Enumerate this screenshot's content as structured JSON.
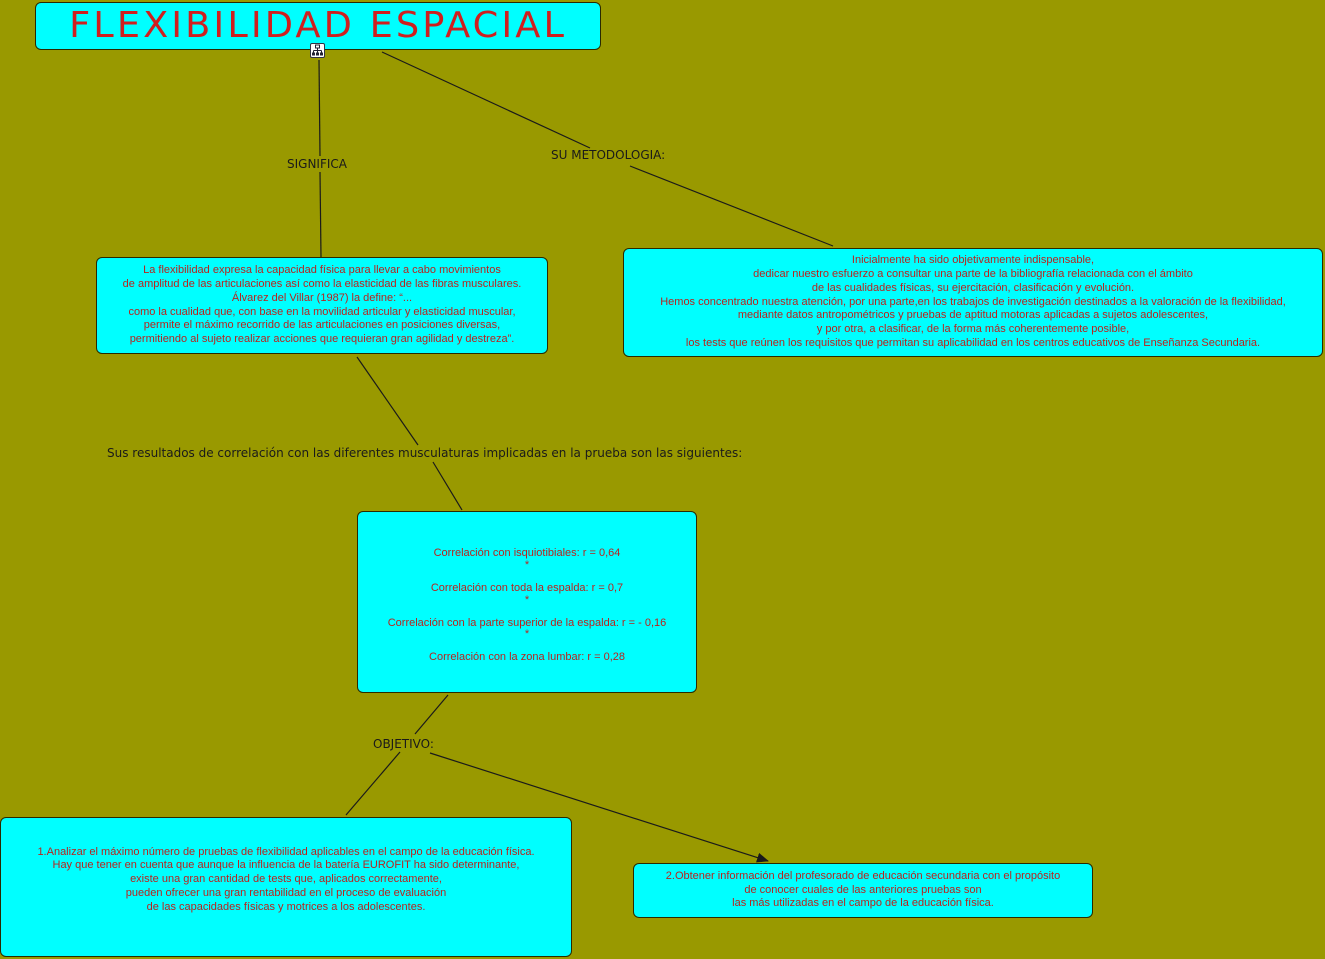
{
  "title": "FLEXIBILIDAD ESPACIAL",
  "links": {
    "significa": "SIGNIFICA",
    "metodologia": "SU METODOLOGIA:",
    "resultados": "Sus resultados de correlación con las diferentes musculaturas implicadas en la prueba son las siguientes:",
    "objetivo": "OBJETIVO:"
  },
  "definition": {
    "lines": [
      "La flexibilidad expresa la capacidad física para llevar a cabo movimientos",
      "de amplitud de las articulaciones así como la elasticidad de las fibras musculares.",
      "Álvarez del Villar (1987) la define: “...",
      "como la cualidad que, con base en la movilidad articular y elasticidad muscular,",
      "permite el máximo recorrido de las articulaciones en posiciones diversas,",
      "permitiendo al sujeto realizar acciones que requieran gran agilidad y destreza”."
    ]
  },
  "methodology": {
    "lines": [
      "Inicialmente ha sido objetivamente indispensable,",
      "dedicar nuestro esfuerzo a consultar una parte de la bibliografía relacionada con el ámbito",
      "de las cualidades físicas, su ejercitación, clasificación y evolución.",
      "Hemos concentrado nuestra atención, por una parte,en los trabajos de investigación destinados a la valoración de la flexibilidad,",
      "mediante datos antropométricos y pruebas de aptitud motoras aplicadas a sujetos adolescentes,",
      "y por otra, a clasificar, de la forma más coherentemente posible,",
      "los tests que reúnen los requisitos que permitan su aplicabilidad en los centros educativos de Enseñanza Secundaria."
    ]
  },
  "correlations": {
    "items": [
      "Correlación con isquiotibiales: r = 0,64",
      "Correlación con toda la espalda: r = 0,7",
      "Correlación con la parte superior de la espalda: r = - 0,16",
      "Correlación con la zona lumbar: r = 0,28"
    ],
    "separator": "*"
  },
  "objective1": {
    "lines": [
      "1.Analizar el máximo número de pruebas de flexibilidad aplicables en el campo de la educación física.",
      "Hay que tener en cuenta que aunque la influencia de la batería EUROFIT ha sido determinante,",
      "existe una gran cantidad de tests que, aplicados correctamente,",
      "pueden ofrecer una gran rentabilidad en el proceso de evaluación",
      "de las capacidades físicas y motrices a los adolescentes."
    ]
  },
  "objective2": {
    "lines": [
      "2.Obtener información del profesorado de educación secundaria con el propósito",
      "de conocer cuales de las anteriores pruebas son",
      "las más utilizadas en el campo de la educación física."
    ]
  },
  "colors": {
    "background": "#999900",
    "node_fill": "#00ffff",
    "node_text": "#b8231e",
    "title_text": "#d01e1e",
    "line": "#1a1a1a"
  },
  "icons": [
    "concept-map-icon"
  ]
}
